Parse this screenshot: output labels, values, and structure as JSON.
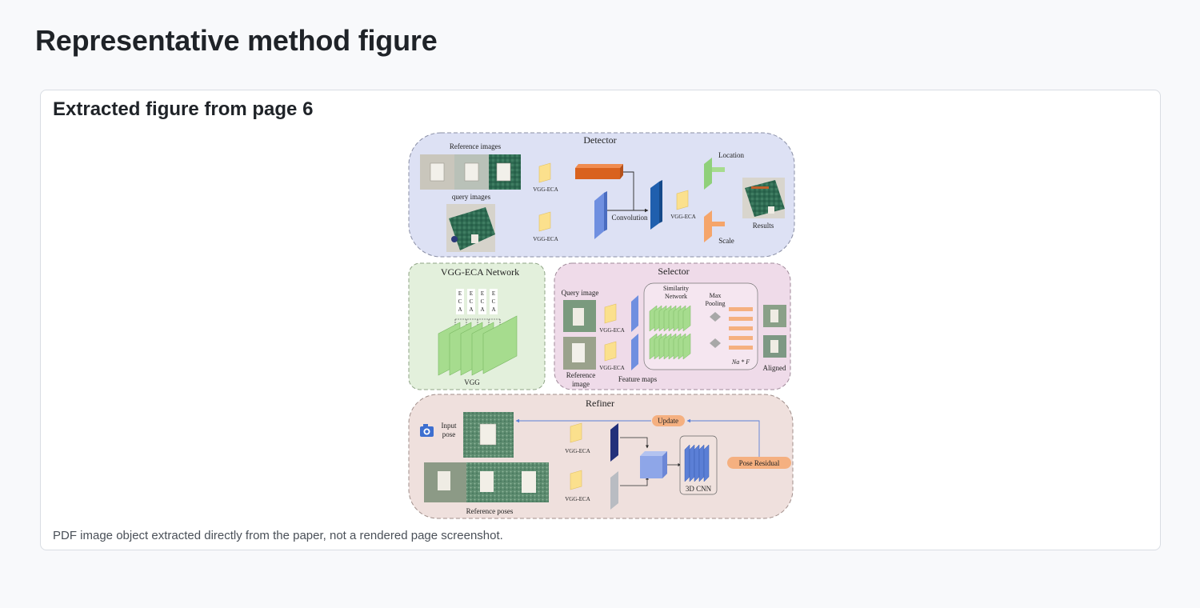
{
  "page": {
    "title": "Representative method figure"
  },
  "card": {
    "title": "Extracted figure from page 6",
    "caption": "PDF image object extracted directly from the paper, not a rendered page screenshot."
  },
  "figure": {
    "detector": {
      "title": "Detector",
      "reference_images": "Reference images",
      "query_images": "query images",
      "vgg_eca_top": "VGG-ECA",
      "vgg_eca_bottom": "VGG-ECA",
      "convolution": "Convolution",
      "vgg_eca_mid": "VGG-ECA",
      "location": "Location",
      "scale": "Scale",
      "results": "Results"
    },
    "vgg_eca_network": {
      "title": "VGG-ECA Network",
      "eca_letters": [
        "E",
        "C",
        "A"
      ],
      "vgg": "VGG"
    },
    "selector": {
      "title": "Selector",
      "query_image": "Query image",
      "vgg_eca_top": "VGG-ECA",
      "vgg_eca_bottom": "VGG-ECA",
      "reference_image_1": "Reference",
      "reference_image_2": "image",
      "feature_maps": "Feature maps",
      "similarity_1": "Similarity",
      "similarity_2": "Network",
      "max_pooling_1": "Max",
      "max_pooling_2": "Pooling",
      "na_f": "Na * F",
      "aligned": "Aligned"
    },
    "refiner": {
      "title": "Refiner",
      "input_pose_1": "Input",
      "input_pose_2": "pose",
      "update": "Update",
      "vgg_eca_top": "VGG-ECA",
      "vgg_eca_bottom": "VGG-ECA",
      "cnn_3d": "3D CNN",
      "pose_residual": "Pose Residual",
      "reference_poses": "Reference poses"
    },
    "colors": {
      "detector_bg": "#dde1f4",
      "vgg_bg": "#e3f0dc",
      "selector_bg": "#efdbe9",
      "refiner_bg": "#efe0dd",
      "feature_yellow": "#fbe08d",
      "blue": "#5b7fd6",
      "orange": "#e07a3a",
      "green": "#a6dc8e"
    }
  }
}
